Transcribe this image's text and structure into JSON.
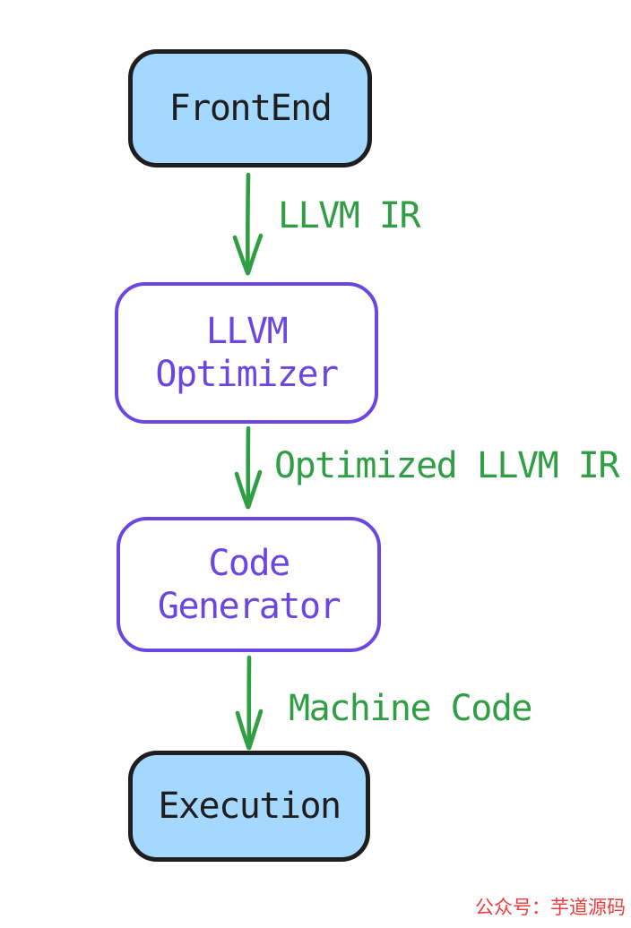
{
  "diagram": {
    "type": "flowchart",
    "direction": "top-down",
    "nodes": [
      {
        "id": "frontend",
        "style": "blue",
        "lines": [
          "FrontEnd"
        ]
      },
      {
        "id": "llvm-optimizer",
        "style": "purple",
        "lines": [
          "LLVM",
          "Optimizer"
        ]
      },
      {
        "id": "code-generator",
        "style": "purple",
        "lines": [
          "Code",
          "Generator"
        ]
      },
      {
        "id": "execution",
        "style": "blue",
        "lines": [
          "Execution"
        ]
      }
    ],
    "edges": [
      {
        "from": "frontend",
        "to": "llvm-optimizer",
        "label": "LLVM IR"
      },
      {
        "from": "llvm-optimizer",
        "to": "code-generator",
        "label": "Optimized LLVM IR"
      },
      {
        "from": "code-generator",
        "to": "execution",
        "label": "Machine Code"
      }
    ],
    "colors": {
      "background": "#ffffff",
      "blue_node_fill": "#a5d8ff",
      "blue_node_border": "#1e1e1e",
      "blue_node_text": "#1e1e1e",
      "purple_node_fill": "#ffffff",
      "purple_node_border": "#6b46e0",
      "purple_node_text": "#6b46e0",
      "arrow_and_label_green": "#2f9e44",
      "watermark_red": "#ef3b3b"
    },
    "watermark": {
      "text": "公众号：芋道源码"
    }
  }
}
